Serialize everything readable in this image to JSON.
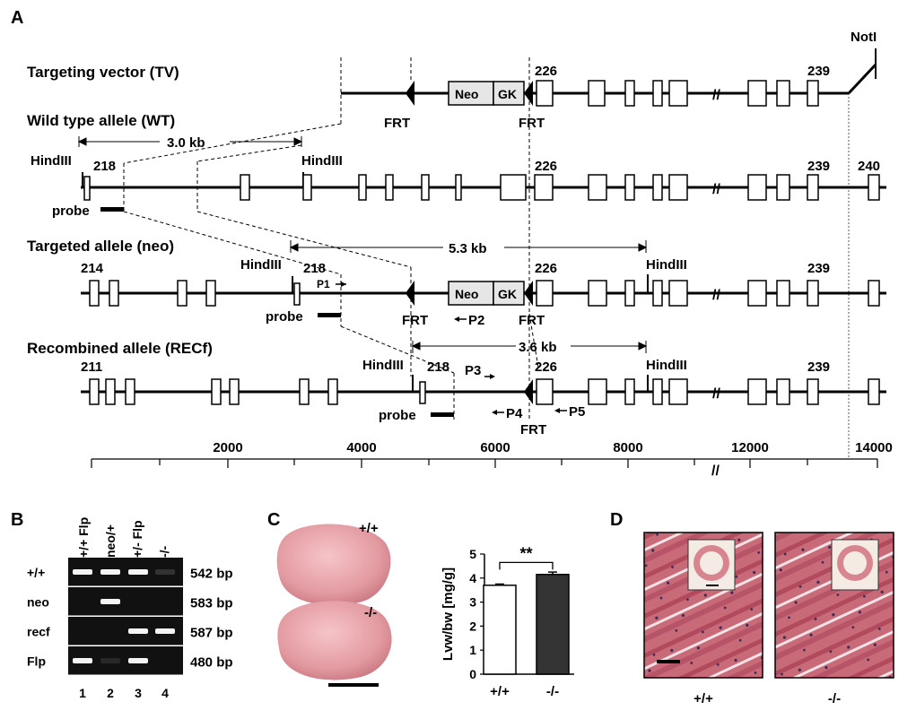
{
  "panels": {
    "A": "A",
    "B": "B",
    "C": "C",
    "D": "D"
  },
  "panelA": {
    "rows": {
      "tv": "Targeting vector (TV)",
      "wt": "Wild type allele (WT)",
      "neo": "Targeted allele (neo)",
      "recf": "Recombined allele (RECf)"
    },
    "labels": {
      "notI": "NotI",
      "frt": "FRT",
      "neoBox": "Neo",
      "gkBox": "GK",
      "hind": "HindIII",
      "probe": "probe",
      "e226": "226",
      "e239": "239",
      "e240": "240",
      "e218": "218",
      "e214": "214",
      "e211": "211",
      "p1": "P1",
      "p2": "P2",
      "p3": "P3",
      "p4": "P4",
      "p5": "P5",
      "kb30": "3.0 kb",
      "kb53": "5.3 kb",
      "kb36": "3.6 kb"
    },
    "scaleTicks": [
      "2000",
      "4000",
      "6000",
      "8000",
      "12000",
      "14000"
    ]
  },
  "panelB": {
    "lanes": [
      "+/+ Flp",
      "neo/+",
      "+/- Flp",
      "-/-"
    ],
    "laneNumbers": [
      "1",
      "2",
      "3",
      "4"
    ],
    "rows": [
      {
        "name": "+/+",
        "size": "542 bp",
        "bands": [
          1,
          1,
          1,
          0.15
        ]
      },
      {
        "name": "neo",
        "size": "583 bp",
        "bands": [
          0,
          1,
          0,
          0
        ]
      },
      {
        "name": "recf",
        "size": "587 bp",
        "bands": [
          0,
          0,
          1,
          1
        ]
      },
      {
        "name": "Flp",
        "size": "480 bp",
        "bands": [
          1,
          0.1,
          1,
          0
        ]
      }
    ]
  },
  "panelC": {
    "heartWT": "+/+",
    "heartKO": "-/-",
    "significance": "**",
    "chart_data": {
      "type": "bar",
      "categories": [
        "+/+",
        "-/-"
      ],
      "values": [
        3.7,
        4.15
      ],
      "errors": [
        0.05,
        0.1
      ],
      "ylabel": "Lvw/bw [mg/g]",
      "xlabel": "",
      "title": "",
      "ylim": [
        0,
        5
      ],
      "yticks": [
        "0",
        "1",
        "2",
        "3",
        "4",
        "5"
      ],
      "colors": [
        "#ffffff",
        "#333333"
      ]
    }
  },
  "panelD": {
    "left": "+/+",
    "right": "-/-"
  }
}
